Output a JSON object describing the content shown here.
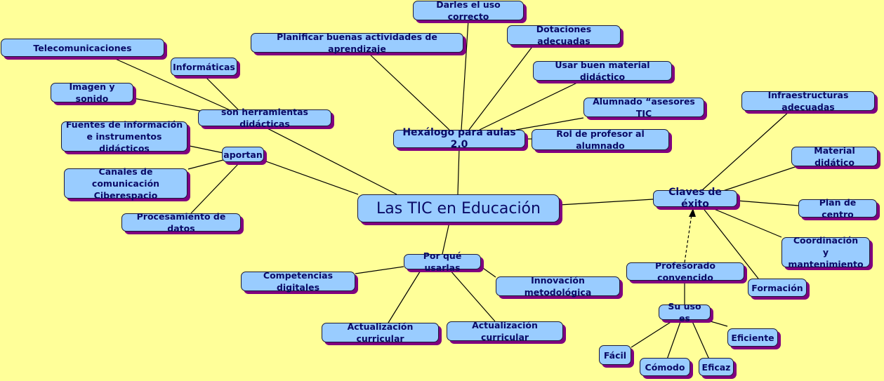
{
  "colors": {
    "background": "#ffff99",
    "node_fill": "#99ccff",
    "node_shadow": "#800080",
    "text": "#0a0a66"
  },
  "central": "Las TIC en Educación",
  "herramientas": {
    "label": "son herramientas didácticas",
    "items": [
      "Telecomunicaciones",
      "Informáticas",
      "Imagen y sonido"
    ]
  },
  "aportan": {
    "label": "aportan",
    "items": [
      "Fuentes de información\ne instrumentos didácticos",
      "Canales de comunicación\nCiberespacio",
      "Procesamiento de datos"
    ]
  },
  "hexalogo": {
    "label": "Hexálogo para aulas 2.0",
    "items": [
      "Darles el uso correcto",
      "Planificar buenas actividades de aprendizaje",
      "Dotaciones adecuadas",
      "Usar buen material didáctico",
      "Alumnado “asesores TIC",
      "Rol de profesor al alumnado"
    ]
  },
  "claves": {
    "label": "Claves de éxito",
    "items": [
      "Infraestructuras adecuadas",
      "Material didático",
      "Plan de centro",
      "Coordinación\ny mantenimiento",
      "Formación",
      "Profesorado convencido"
    ]
  },
  "uso": {
    "label": "Su uso es",
    "items": [
      "Eficiente",
      "Fácil",
      "Cómodo",
      "Eficaz"
    ]
  },
  "porque": {
    "label": "Por qué usarlas",
    "items": [
      "Competencias digitales",
      "Innovación metodológica",
      "Actualización curricular",
      "Actualización curricular"
    ]
  }
}
